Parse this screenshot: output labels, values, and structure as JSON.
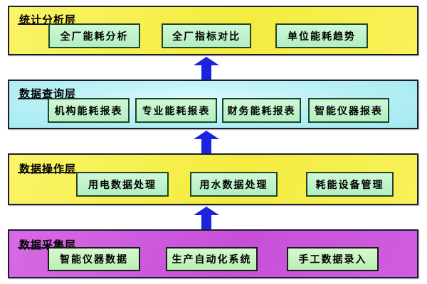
{
  "layers": [
    {
      "title": "统计分析层",
      "boxes": [
        {
          "label": "全厂能耗分析"
        },
        {
          "label": "全厂指标对比"
        },
        {
          "label": "单位能耗趋势"
        }
      ]
    },
    {
      "title": "数据查询层",
      "boxes": [
        {
          "label": "机构能耗报表"
        },
        {
          "label": "专业能耗报表"
        },
        {
          "label": "财务能耗报表"
        },
        {
          "label": "智能仪器报表"
        }
      ]
    },
    {
      "title": "数据操作层",
      "boxes": [
        {
          "label": "用电数据处理"
        },
        {
          "label": "用水数据处理"
        },
        {
          "label": "耗能设备管理"
        }
      ]
    },
    {
      "title": "数据采集层",
      "boxes": [
        {
          "label": "智能仪器数据"
        },
        {
          "label": "生产自动化系统"
        },
        {
          "label": "手工数据录入"
        }
      ]
    }
  ],
  "colors": {
    "layer_yellow": "#f5ec4a",
    "layer_cyan": "#aeeef2",
    "layer_magenta": "#cb58dc",
    "node_green": "#bff0c4",
    "arrow_blue": "#1a24e0",
    "border_dark": "#1c1c30"
  }
}
